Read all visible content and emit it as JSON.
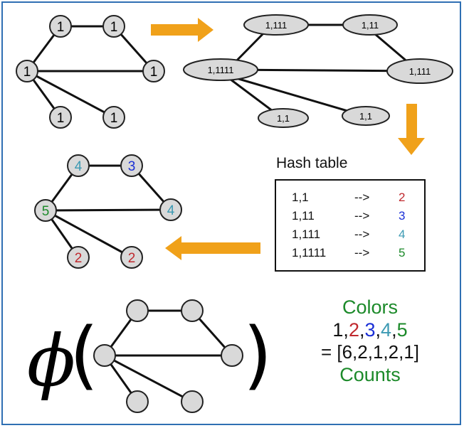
{
  "colors": {
    "frame": "#2f6fb3",
    "arrow": "#f0a11a",
    "node_fill": "#d9d9d9",
    "red": "#c0282d",
    "blue": "#1a2fd6",
    "teal": "#3c9ab3",
    "green": "#1c8a2a"
  },
  "graph1": {
    "labels": [
      "1",
      "1",
      "1",
      "1",
      "1",
      "1"
    ]
  },
  "graph2": {
    "labels": [
      "1,111",
      "1,11",
      "1,1111",
      "1,111",
      "1,1",
      "1,1"
    ]
  },
  "graph3": {
    "labels": [
      "4",
      "3",
      "5",
      "4",
      "2",
      "2"
    ]
  },
  "hash": {
    "title": "Hash table",
    "rows": [
      {
        "key": "1,1",
        "arrow": "-->",
        "value": "2"
      },
      {
        "key": "1,11",
        "arrow": "-->",
        "value": "3"
      },
      {
        "key": "1,111",
        "arrow": "-->",
        "value": "4"
      },
      {
        "key": "1,1111",
        "arrow": "-->",
        "value": "5"
      }
    ]
  },
  "phi": {
    "symbol": "ϕ",
    "open": "(",
    "close": ")"
  },
  "legend": {
    "colors_label": "Colors",
    "sequence": [
      "1",
      ",",
      "2",
      ",",
      "3",
      ",",
      "4",
      ",",
      "5"
    ],
    "counts_line": "= [6,2,1,2,1]",
    "counts_label": "Counts"
  }
}
